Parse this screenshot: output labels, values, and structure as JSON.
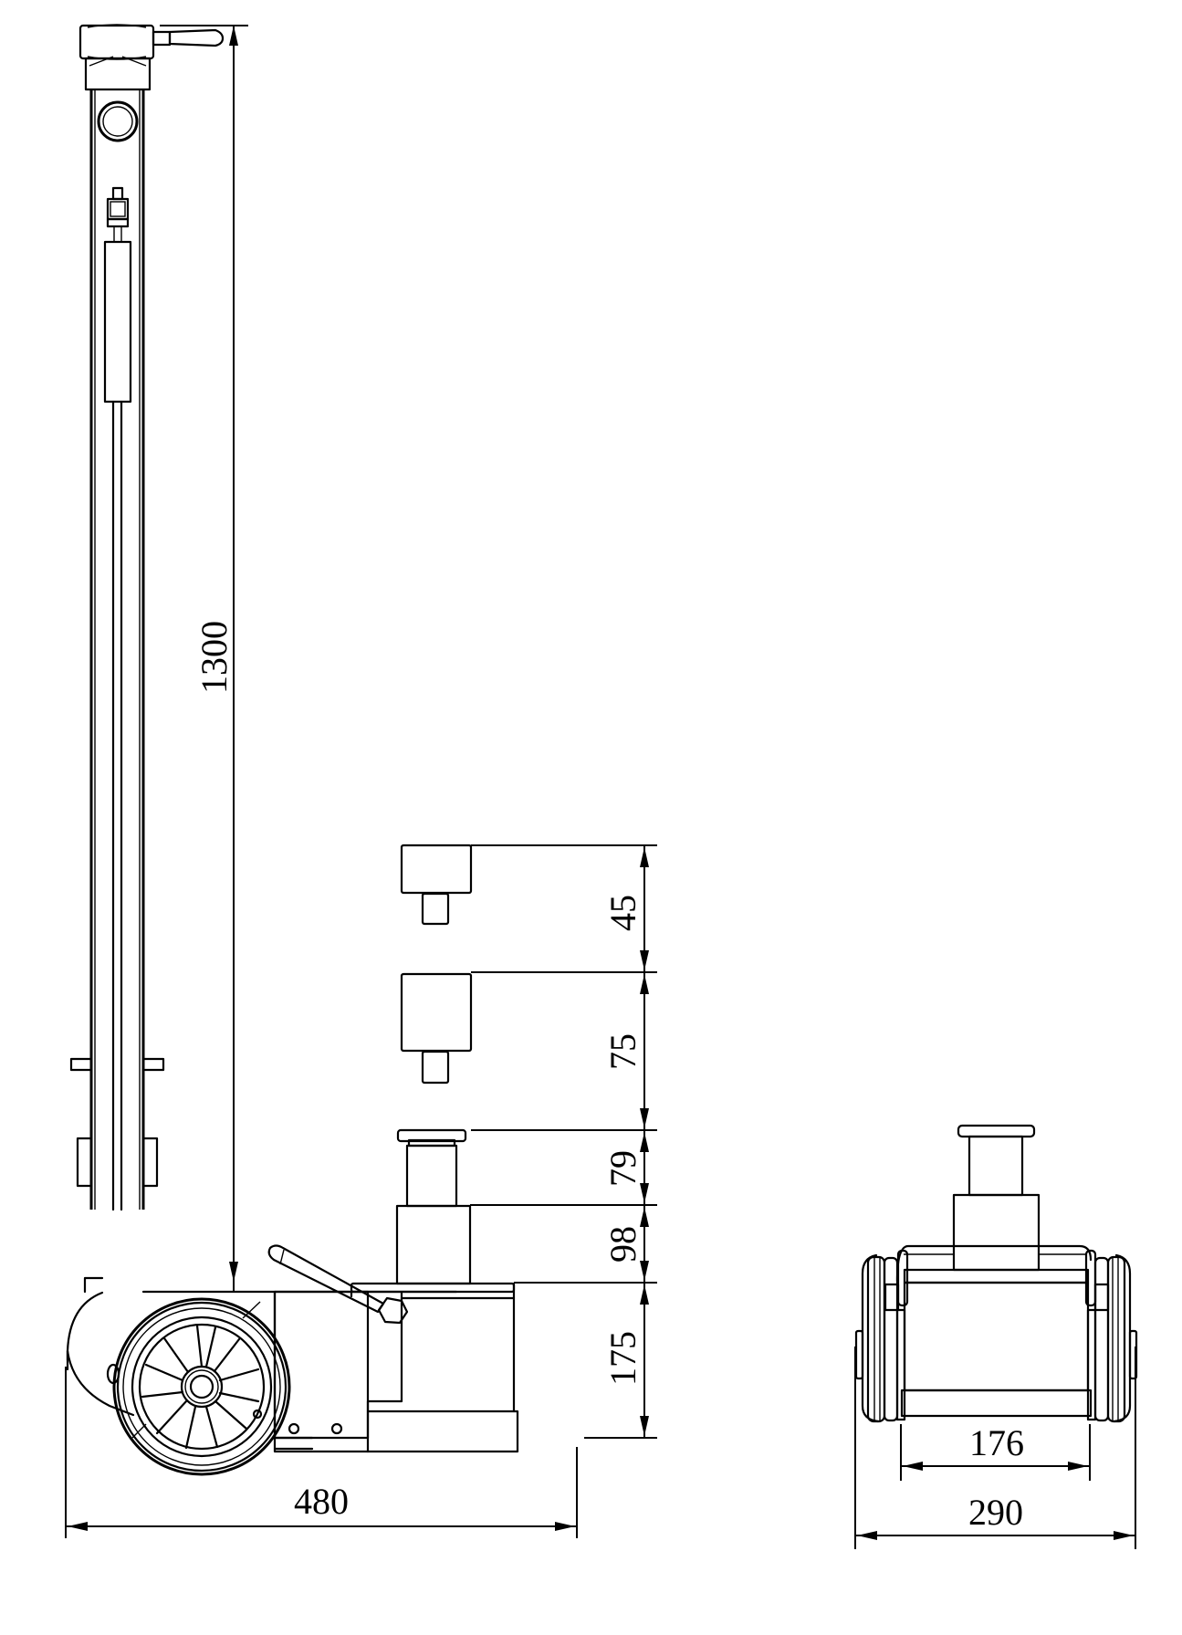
{
  "drawing": {
    "subject": "air hydraulic jack technical drawing",
    "views": [
      "side-view",
      "front-view"
    ],
    "line_color": "#000000",
    "background": "#ffffff"
  },
  "dimensions": {
    "overall_height": "1300",
    "extension_1": "45",
    "extension_2": "75",
    "saddle_height": "79",
    "ram_stage_height": "98",
    "base_height": "175",
    "overall_length": "480",
    "inner_width": "176",
    "overall_width": "290"
  }
}
